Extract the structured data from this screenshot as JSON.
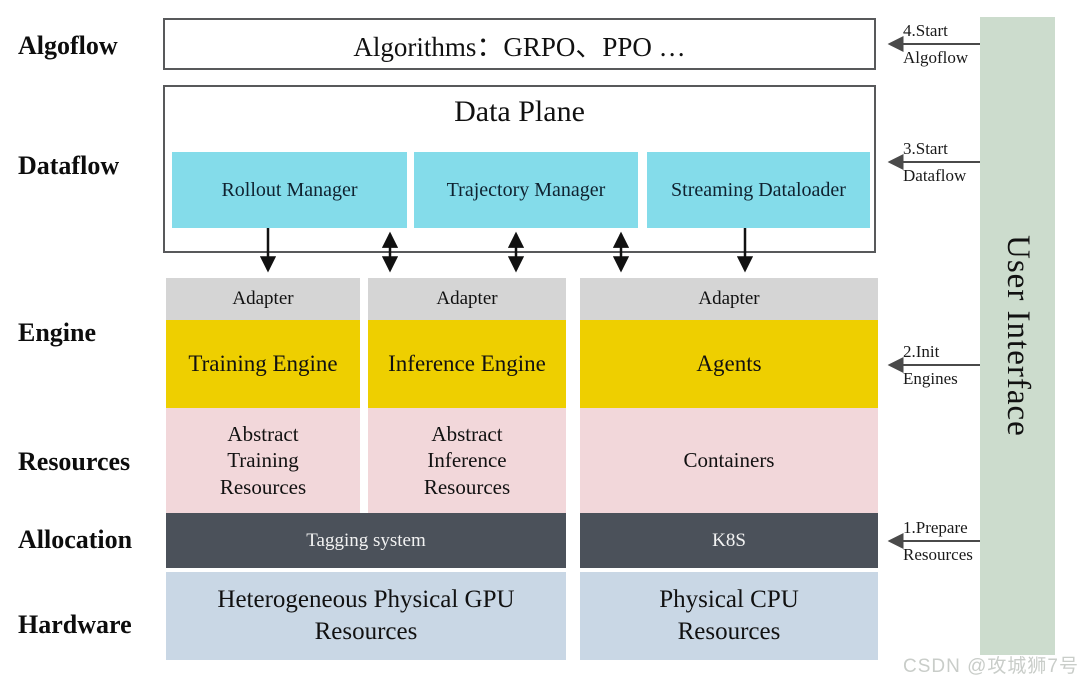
{
  "colors": {
    "cyan": "#84dcea",
    "yellow": "#eecf00",
    "pink": "#f2d7da",
    "dark_slate": "#4b515a",
    "light_blue": "#c9d7e5",
    "adapter_gray": "#d5d5d5",
    "ui_bar_green": "#ccdccd",
    "border_gray": "#58595b"
  },
  "layer_labels": {
    "algoflow": "Algoflow",
    "dataflow": "Dataflow",
    "engine": "Engine",
    "resources": "Resources",
    "allocation": "Allocation",
    "hardware": "Hardware"
  },
  "algorithms_box": {
    "label": "Algorithms：GRPO、PPO …"
  },
  "data_plane": {
    "title": "Data Plane",
    "modules": [
      {
        "label": "Rollout Manager"
      },
      {
        "label": "Trajectory Manager"
      },
      {
        "label": "Streaming Dataloader"
      }
    ]
  },
  "engine_layer": {
    "adapters": [
      {
        "label": "Adapter"
      },
      {
        "label": "Adapter"
      },
      {
        "label": "Adapter"
      }
    ],
    "engines": [
      {
        "label": "Training Engine"
      },
      {
        "label": "Inference Engine"
      },
      {
        "label": "Agents"
      }
    ]
  },
  "resources_layer": {
    "items": [
      {
        "label": "Abstract\nTraining\nResources"
      },
      {
        "label": "Abstract\nInference\nResources"
      },
      {
        "label": "Containers"
      }
    ]
  },
  "allocation_layer": {
    "items": [
      {
        "label": "Tagging system"
      },
      {
        "label": "K8S"
      }
    ]
  },
  "hardware_layer": {
    "items": [
      {
        "label": "Heterogeneous Physical GPU\nResources"
      },
      {
        "label": "Physical CPU\nResources"
      }
    ]
  },
  "user_interface_bar": {
    "label": "User Interface"
  },
  "steps": [
    {
      "line1": "4.Start",
      "line2": "Algoflow"
    },
    {
      "line1": "3.Start",
      "line2": "Dataflow"
    },
    {
      "line1": "2.Init",
      "line2": "Engines"
    },
    {
      "line1": "1.Prepare",
      "line2": "Resources"
    }
  ],
  "watermark": "CSDN @攻城狮7号"
}
